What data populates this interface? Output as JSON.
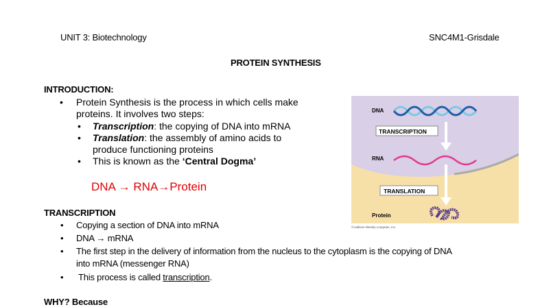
{
  "header": {
    "left": "UNIT 3: Biotechnology",
    "right": "SNC4M1-Grisdale"
  },
  "title": "PROTEIN SYNTHESIS",
  "intro": {
    "heading": "INTRODUCTION:",
    "p1a": "Protein Synthesis is the process in which cells make",
    "p1b": "proteins. It involves two steps:",
    "t_term": "Transcription",
    "t_rest": ": the copying of DNA into mRNA",
    "tl_term": "Translation",
    "tl_rest": ": the assembly of amino acids to",
    "tl_rest2": "produce functioning proteins",
    "cd_pre": "This is known as the ",
    "cd_term": "‘Central Dogma’",
    "flow": "DNA → RNA→Protein"
  },
  "figure": {
    "dna": "DNA",
    "transcription": "TRANSCRIPTION",
    "rna": "RNA",
    "translation": "TRANSLATION",
    "protein": "Protein",
    "credit": "©Addison Wesley Longman, Inc.",
    "colors": {
      "nucleus": "#d9cfe6",
      "cytoplasm": "#f7e0a8",
      "rna": "#e23a8c",
      "dna1": "#1f5ea8",
      "dna2": "#7ec8e3",
      "protein": "#5a3d8a"
    }
  },
  "transcription": {
    "heading": "TRANSCRIPTION",
    "b1": "Copying a section of DNA into mRNA",
    "b2": "DNA → mRNA",
    "b3a": "The first step in the delivery of information from the nucleus to the cytoplasm is the copying of DNA",
    "b3b": "into mRNA (messenger RNA)",
    "b4_pre": "This process is called ",
    "b4_term": "transcription",
    "b4_post": "."
  },
  "next_heading": "WHY? Because"
}
